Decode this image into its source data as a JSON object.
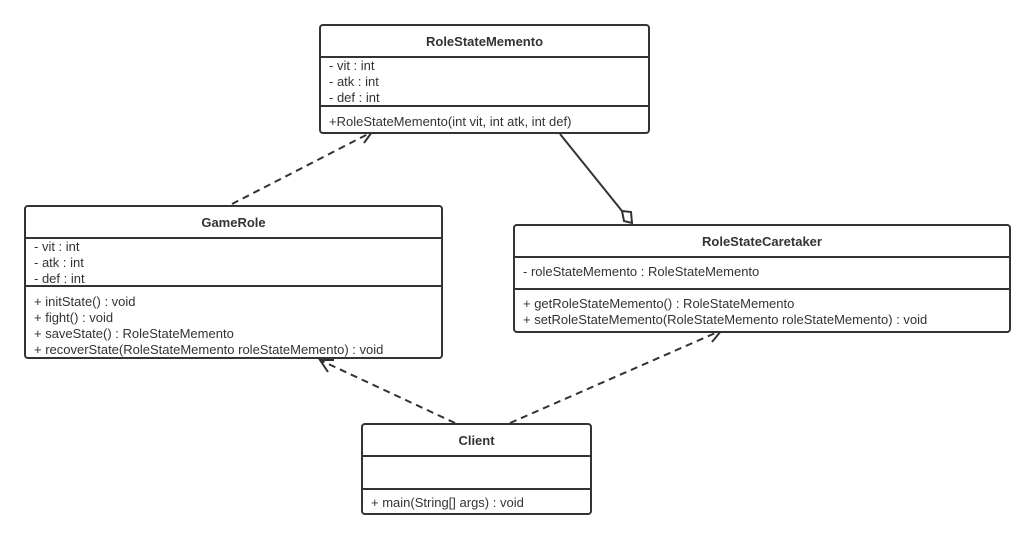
{
  "classes": {
    "memento": {
      "name": "RoleStateMemento",
      "attributes": [
        "- vit : int",
        "- atk : int",
        "- def : int"
      ],
      "methods": [
        "+RoleStateMemento(int vit, int atk, int def)"
      ]
    },
    "gamerole": {
      "name": "GameRole",
      "attributes": [
        "- vit : int",
        "- atk : int",
        "- def : int"
      ],
      "methods": [
        "+ initState() : void",
        "+ fight() : void",
        "+ saveState() : RoleStateMemento",
        "+ recoverState(RoleStateMemento roleStateMemento) : void"
      ]
    },
    "caretaker": {
      "name": "RoleStateCaretaker",
      "attributes": [
        "- roleStateMemento : RoleStateMemento"
      ],
      "methods": [
        "+ getRoleStateMemento() : RoleStateMemento",
        "+ setRoleStateMemento(RoleStateMemento roleStateMemento) : void"
      ]
    },
    "client": {
      "name": "Client",
      "attributes": [],
      "methods": [
        "+ main(String[] args) : void"
      ]
    }
  },
  "relationships": [
    {
      "from": "GameRole",
      "to": "RoleStateMemento",
      "type": "dependency"
    },
    {
      "from": "RoleStateMemento",
      "to": "RoleStateCaretaker",
      "type": "aggregation"
    },
    {
      "from": "Client",
      "to": "GameRole",
      "type": "dependency"
    },
    {
      "from": "Client",
      "to": "RoleStateCaretaker",
      "type": "dependency"
    }
  ],
  "colors": {
    "stroke": "#333333",
    "background": "#ffffff"
  }
}
